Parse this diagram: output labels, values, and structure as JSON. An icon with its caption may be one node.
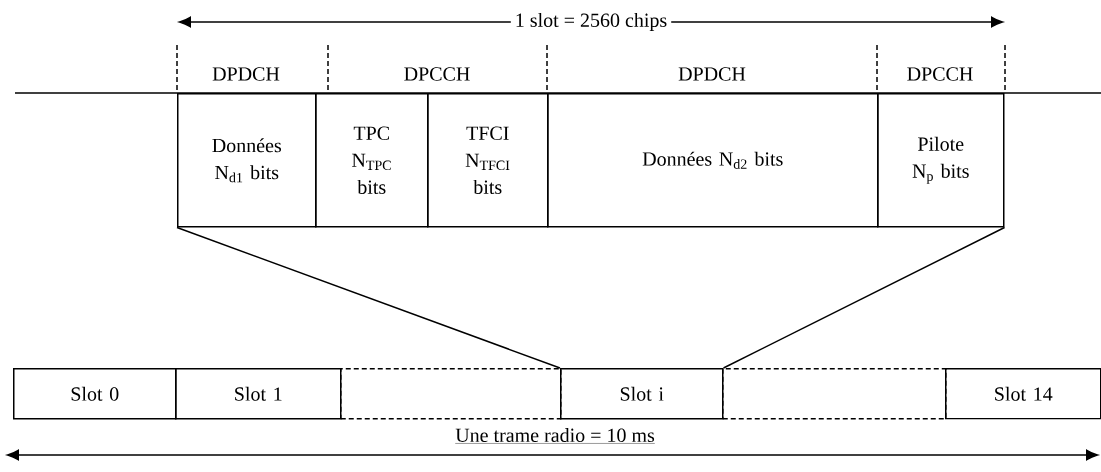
{
  "diagram": {
    "nodes": [
      {
        "text": [
          "Données N$_{d1}$ bits"
        ]
      },
      {
        "text": [
          "TPC N$_{TPC}$ bits"
        ]
      },
      {
        "text": [
          "TFCI N$_{TFCI}$ bits"
        ]
      },
      {
        "text": [
          "Données N$_{d2}$ bits"
        ]
      },
      {
        "text": [
          "Pilote N$_{p}$ bits"
        ]
      },
      {
        "text": [
          "Slot 0"
        ]
      },
      {
        "text": [
          "Slot 1"
        ]
      },
      {
        "text": [],
        "shape": "box"
      },
      {
        "text": [
          "Slot i"
        ]
      },
      {
        "text": [],
        "shape": "box"
      },
      {
        "text": [
          "Slot 14"
        ]
      }
    ],
    "edges": [
      {
        "from": 0,
        "to": 8,
        "arrow": "none"
      },
      {
        "from": 4,
        "to": 8,
        "arrow": "none"
      }
    ],
    "labels": [
      "1 slot = 2560 chips",
      "DPDCH",
      "DPCCH",
      "DPDCH",
      "DPCCH",
      "Une trame radio = 10 ms"
    ]
  }
}
